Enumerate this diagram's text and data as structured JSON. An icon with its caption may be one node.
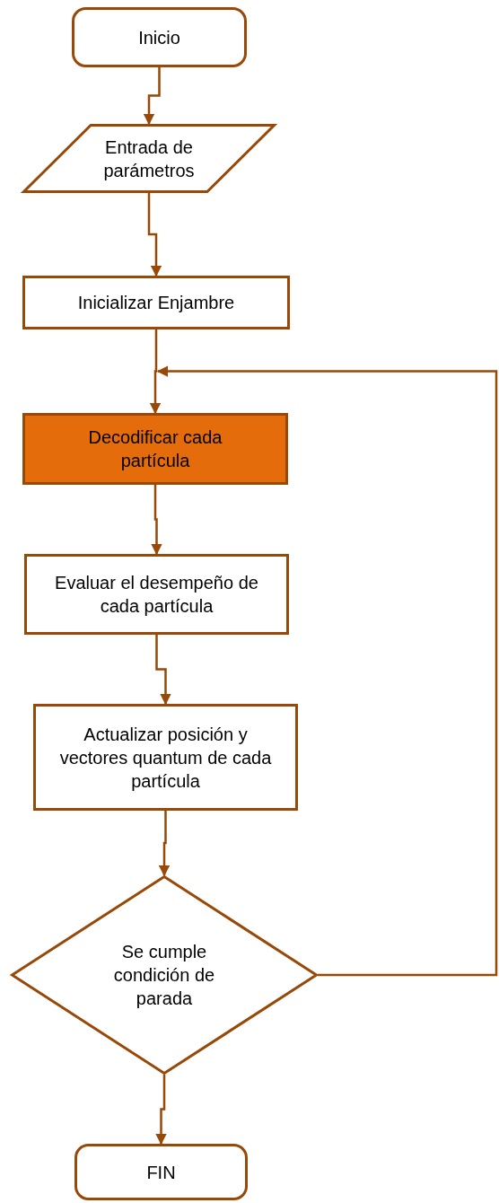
{
  "diagram": {
    "nodes": [
      {
        "text": [
          "Inicio"
        ]
      },
      {
        "text": [
          "Entrada de parámetros"
        ]
      },
      {
        "text": [
          "Inicializar Enjambre"
        ]
      },
      {
        "text": [
          "Decodificar cada partícula"
        ]
      },
      {
        "text": [
          "Evaluar el desempeño de cada partícula"
        ]
      },
      {
        "text": [
          "Actualizar posición y vectores quantum de cada partícula"
        ]
      },
      {
        "text": [
          "Se cumple condición de parada"
        ]
      },
      {
        "text": [
          "FIN"
        ]
      }
    ],
    "edges": [
      {
        "from": 0,
        "to": 1,
        "arrow": "to"
      },
      {
        "from": 1,
        "to": 2,
        "arrow": "to"
      },
      {
        "from": 2,
        "to": 3,
        "arrow": "to"
      },
      {
        "from": 3,
        "to": 4,
        "arrow": "to"
      },
      {
        "from": 4,
        "to": 5,
        "arrow": "to"
      },
      {
        "from": 5,
        "to": 6,
        "arrow": "to"
      },
      {
        "from": 6,
        "to": 7,
        "arrow": "to"
      },
      {
        "from": 6,
        "to": 3,
        "arrow": "to"
      }
    ]
  }
}
